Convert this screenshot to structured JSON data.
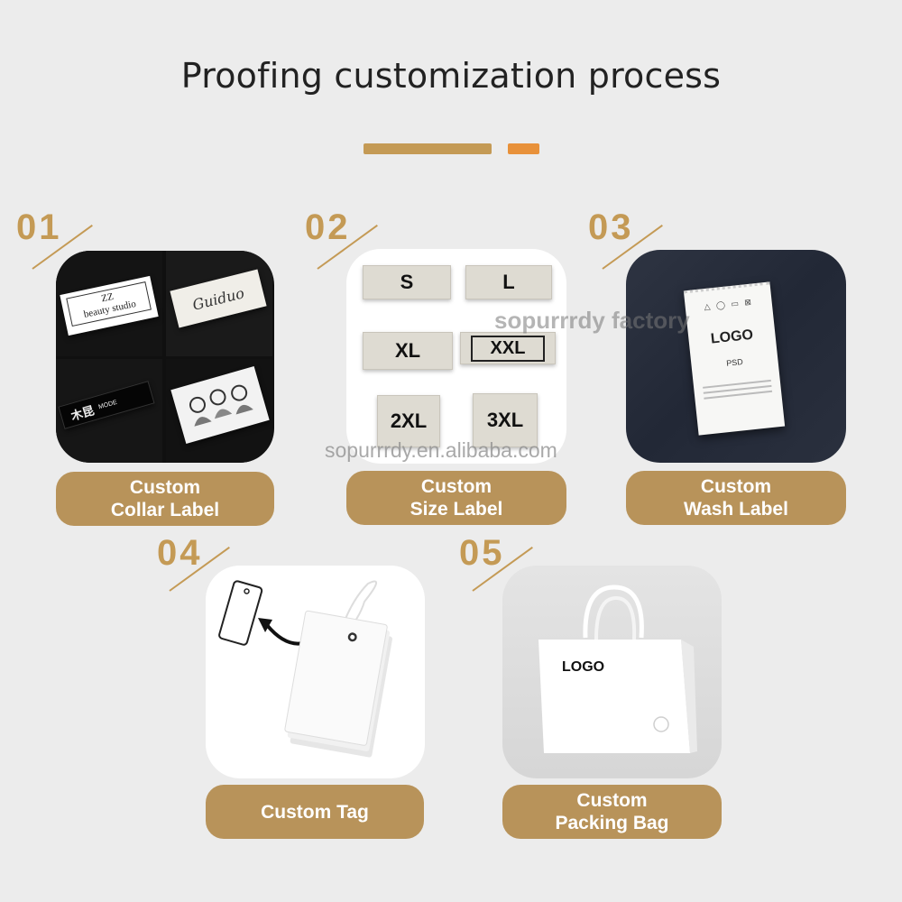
{
  "title": "Proofing customization process",
  "accent_colors": {
    "gold": "#c49a55",
    "orange": "#e8913a",
    "pill": "#b8935a"
  },
  "watermarks": {
    "factory": "sopurrrdy factory",
    "site": "sopurrrdy.en.alibaba.com"
  },
  "steps": [
    {
      "number": "01",
      "label_line1": "Custom",
      "label_line2": "Collar Label",
      "samples": {
        "label_a_line1": "ZZ",
        "label_a_line2": "beauty studio",
        "label_b": "Guiduo",
        "label_c_han": "木昆",
        "label_c_text": "MODE"
      }
    },
    {
      "number": "02",
      "label_line1": "Custom",
      "label_line2": "Size Label",
      "sizes": [
        "S",
        "L",
        "XL",
        "XXL",
        "2XL",
        "3XL"
      ]
    },
    {
      "number": "03",
      "label_line1": "Custom",
      "label_line2": "Wash Label",
      "logo": "LOGO",
      "psd": "PSD"
    },
    {
      "number": "04",
      "label_line1": "Custom Tag",
      "label_line2": ""
    },
    {
      "number": "05",
      "label_line1": "Custom",
      "label_line2": "Packing Bag",
      "logo": "LOGO"
    }
  ]
}
